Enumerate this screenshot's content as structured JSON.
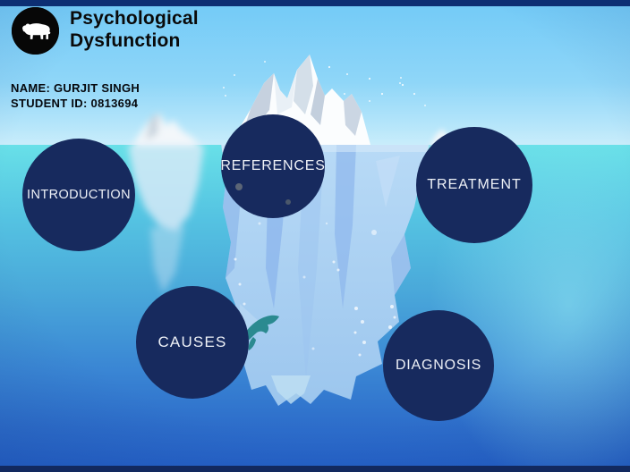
{
  "header": {
    "title_line1": "Psychological",
    "title_line2": "Dysfunction",
    "logo_icon": "polar-bear-icon"
  },
  "student": {
    "name_line": "NAME: GURJIT SINGH",
    "id_line": "STUDENT ID: 0813694"
  },
  "topics": [
    {
      "id": "introduction",
      "label": "INTRODUCTION"
    },
    {
      "id": "references",
      "label": "REFERENCES"
    },
    {
      "id": "treatment",
      "label": "TREATMENT"
    },
    {
      "id": "causes",
      "label": "CAUSES"
    },
    {
      "id": "diagnosis",
      "label": "DIAGNOSIS"
    }
  ],
  "scene": {
    "description_icons": [
      "iceberg-icon",
      "whale-icon",
      "bubbles-icon",
      "snow-specks-icon"
    ]
  },
  "colors": {
    "topic_circle": "#172a5e",
    "topic_text": "#eef1f7",
    "frame_bar_top": "#0d2f73",
    "frame_bar_bottom": "#12295f",
    "sky_top": "#74cbf7",
    "sky_horizon": "#c9edfb",
    "sea_top": "#68e0e8",
    "sea_bottom": "#2561c6",
    "iceberg_above": "#fbfdfe",
    "iceberg_below": "#aacff2",
    "whale": "#2b8a90"
  }
}
